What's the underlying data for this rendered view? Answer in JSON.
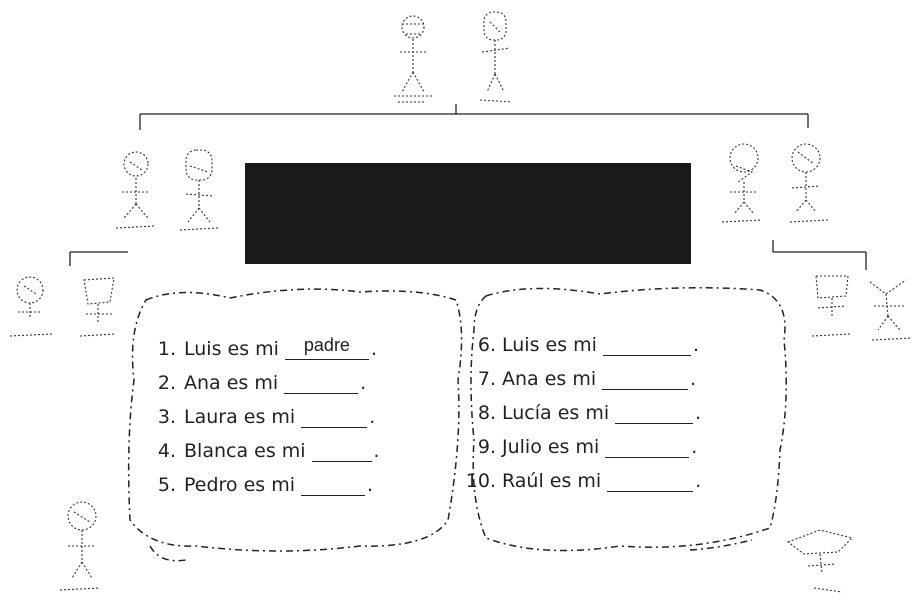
{
  "image_name": "family-tree-worksheet",
  "figures": [
    {
      "id": "abuelo",
      "caption_glyph": "scribble"
    },
    {
      "id": "abuela",
      "caption_glyph": "scribble"
    },
    {
      "id": "tio-izq",
      "caption_glyph": "scribble"
    },
    {
      "id": "tia-izq",
      "caption_glyph": "scribble"
    },
    {
      "id": "padre",
      "caption_glyph": "scribble"
    },
    {
      "id": "madre",
      "caption_glyph": "scribble"
    },
    {
      "id": "primo-1",
      "caption_glyph": "scribble"
    },
    {
      "id": "primo-2",
      "caption_glyph": "scribble"
    },
    {
      "id": "hermano",
      "caption_glyph": "scribble"
    },
    {
      "id": "hermana",
      "caption_glyph": "scribble"
    },
    {
      "id": "yo-izq",
      "caption_glyph": "scribble"
    },
    {
      "id": "yo-der",
      "caption_glyph": "scribble"
    }
  ],
  "exercise": {
    "left": [
      {
        "num": "1.",
        "text": "Luis es mi",
        "answer": "padre"
      },
      {
        "num": "2.",
        "text": "Ana es mi",
        "answer": ""
      },
      {
        "num": "3.",
        "text": "Laura es mi",
        "answer": ""
      },
      {
        "num": "4.",
        "text": "Blanca es mi",
        "answer": ""
      },
      {
        "num": "5.",
        "text": "Pedro es mi",
        "answer": ""
      }
    ],
    "right": [
      {
        "num": "6.",
        "text": "Luis es mi",
        "answer": ""
      },
      {
        "num": "7.",
        "text": "Ana es mi",
        "answer": ""
      },
      {
        "num": "8.",
        "text": "Lucía es mi",
        "answer": ""
      },
      {
        "num": "9.",
        "text": "Julio es mi",
        "answer": ""
      },
      {
        "num": "10.",
        "text": "Raúl es mi",
        "answer": ""
      }
    ],
    "end_mark": "."
  },
  "colors": {
    "ink": "#222222",
    "box": "#1a1a1a",
    "background": "#ffffff"
  }
}
